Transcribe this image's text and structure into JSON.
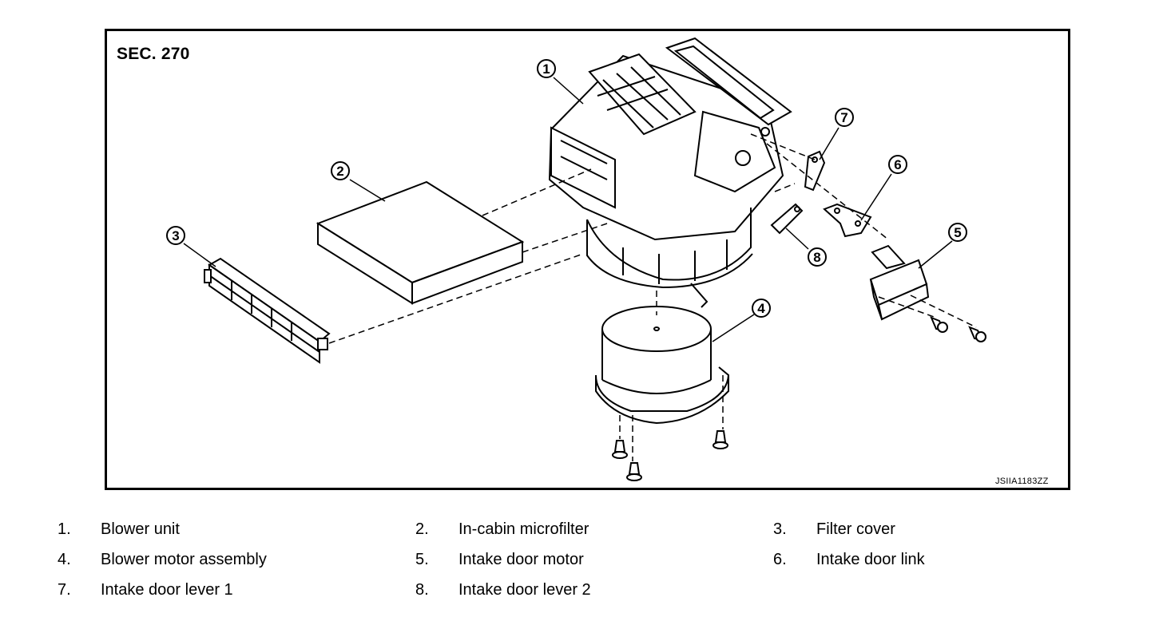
{
  "diagram": {
    "section_label": "SEC. 270",
    "figure_code": "JSIIA1183ZZ",
    "callouts": [
      "1",
      "2",
      "3",
      "4",
      "5",
      "6",
      "7",
      "8"
    ]
  },
  "legend": [
    {
      "num": "1.",
      "label": "Blower unit"
    },
    {
      "num": "2.",
      "label": "In-cabin microfilter"
    },
    {
      "num": "3.",
      "label": "Filter cover"
    },
    {
      "num": "4.",
      "label": "Blower motor assembly"
    },
    {
      "num": "5.",
      "label": "Intake door motor"
    },
    {
      "num": "6.",
      "label": "Intake door link"
    },
    {
      "num": "7.",
      "label": "Intake door lever 1"
    },
    {
      "num": "8.",
      "label": "Intake door lever 2"
    }
  ]
}
